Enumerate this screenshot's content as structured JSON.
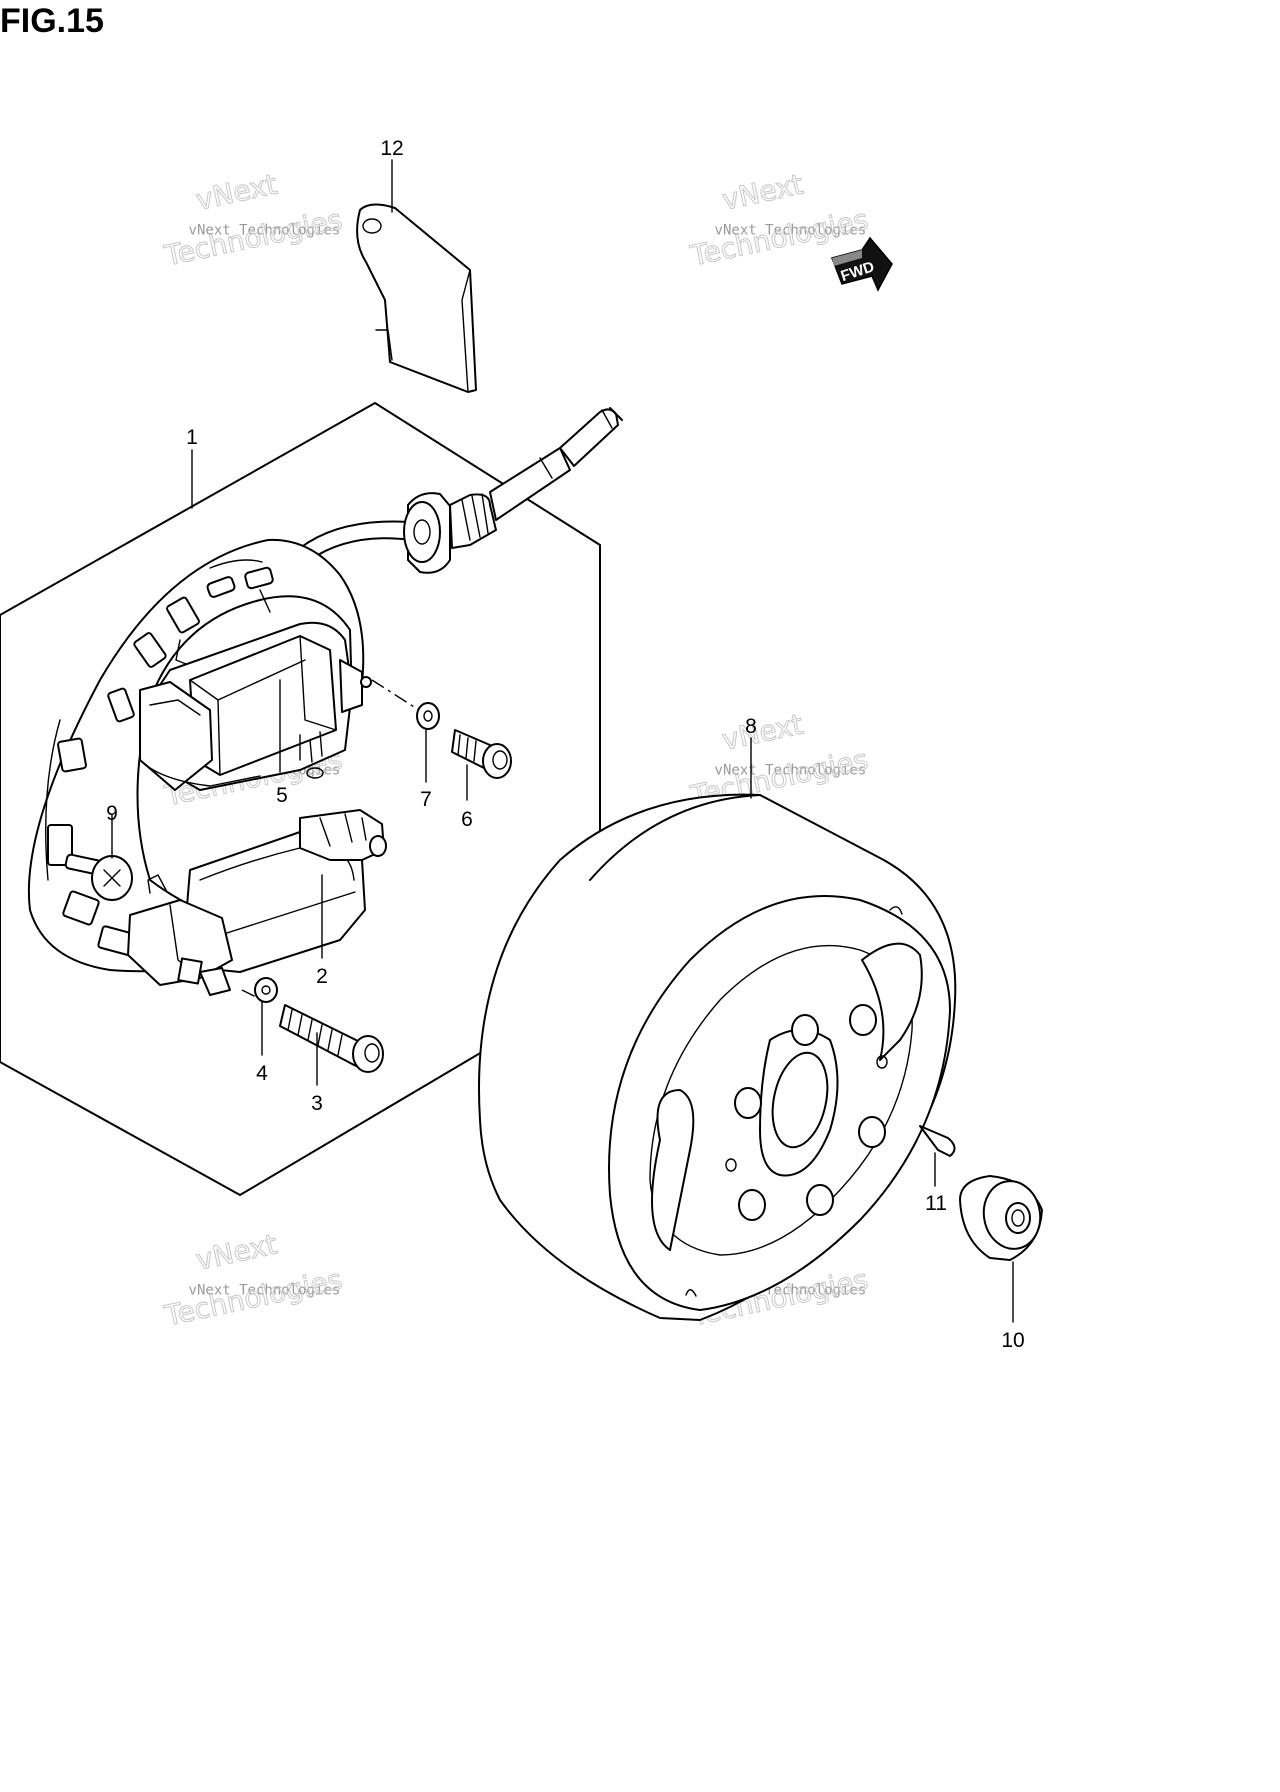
{
  "figure": {
    "title": "FIG.15"
  },
  "callouts": [
    "1",
    "2",
    "3",
    "4",
    "5",
    "6",
    "7",
    "8",
    "9",
    "10",
    "11",
    "12"
  ],
  "watermark": {
    "line1": "vNext",
    "line2": "vNext Technologies",
    "line3": "Technologies"
  },
  "fwd_badge": "FWD"
}
